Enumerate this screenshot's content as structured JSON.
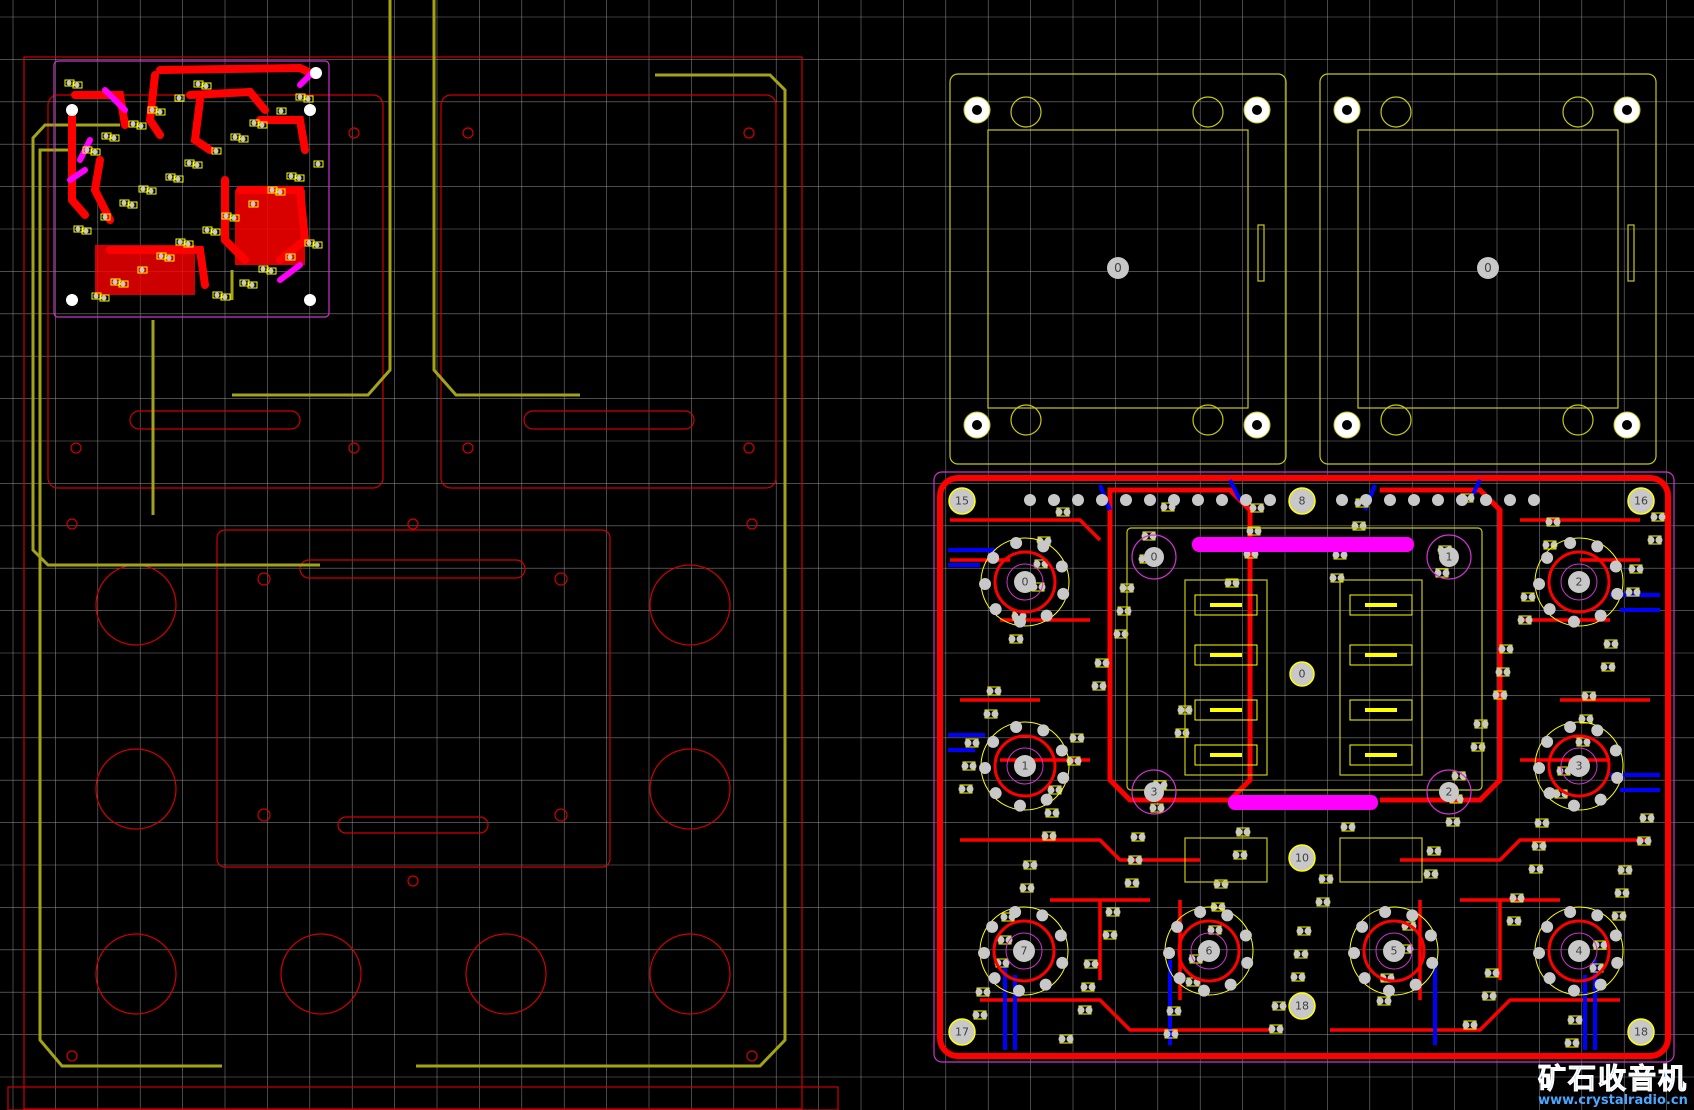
{
  "editor": {
    "view": "pcb-layout",
    "colors": {
      "background": "#000000",
      "grid": "#9a9a9a",
      "board_outline": "#d00000",
      "mechanical": "#a3a319",
      "silkscreen": "#ffff00",
      "top_copper": "#ff0000",
      "bottom_copper": "#0000ff",
      "keepout": "#ff00ff",
      "pad": "#c8c8c8"
    }
  },
  "mounting_hole_labels": {
    "h15": "15",
    "h8": "8",
    "h16": "16",
    "h17": "17",
    "h18": "18",
    "h18b": "18",
    "h10": "10",
    "hc0": "0",
    "t1": "0",
    "t2": "0"
  },
  "tube_socket_labels": [
    "0",
    "1",
    "2",
    "3",
    "4",
    "5",
    "6",
    "7"
  ],
  "tube_ring_labels": {
    "r0": "0",
    "r1": "1",
    "r2": "2",
    "r3": "3"
  },
  "watermark": {
    "title": "矿石收音机",
    "url": "www.crystalradio.cn"
  }
}
